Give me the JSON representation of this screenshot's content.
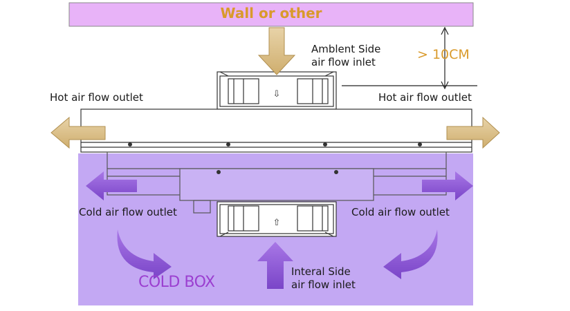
{
  "wall_label": "Wall or other",
  "distance_label": "> 10CM",
  "ambient_inlet_label": [
    "Amblent Side",
    "air flow inlet"
  ],
  "hot_outlet_left_label": "Hot air flow outlet",
  "hot_outlet_right_label": "Hot air flow outlet",
  "cold_outlet_left_label": "Cold air flow outlet",
  "cold_outlet_right_label": "Cold air flow outlet",
  "internal_inlet_label": [
    "Interal Side",
    "air flow inlet"
  ],
  "cold_box_label": "COLD BOX",
  "colors": {
    "wall_fill": "#e8b3f8",
    "wall_text": "#d99a2b",
    "cold_zone": "#c3a8f3",
    "hot_arrow": "#dcc190",
    "cold_arrow": "#8d55d6",
    "cold_box_text": "#9b3fd0"
  }
}
